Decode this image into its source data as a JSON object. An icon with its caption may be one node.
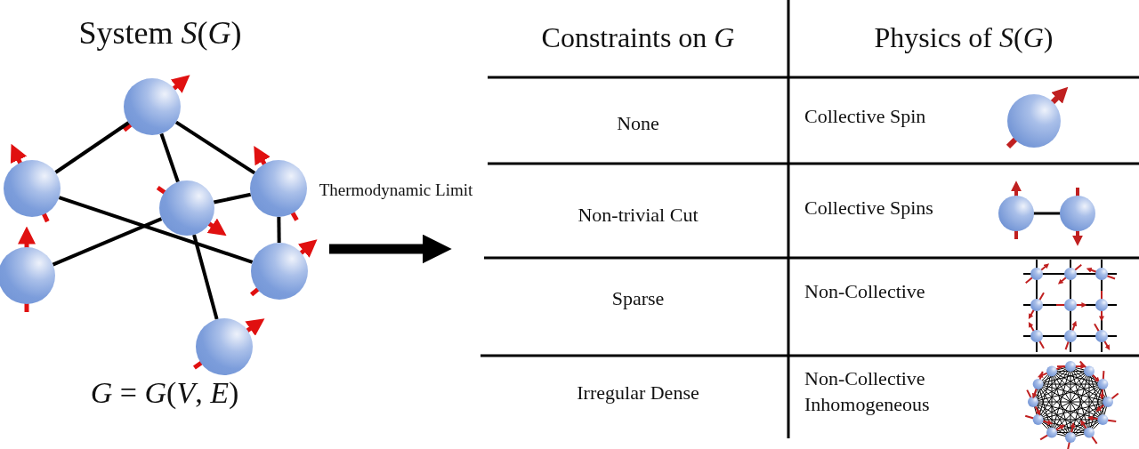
{
  "diagram": {
    "title": "System *S*(*G*)",
    "caption": "*G* = *G*(*V*, *E*)",
    "nodes": [
      {
        "text": [],
        "shape": "circle"
      },
      {
        "text": [],
        "shape": "circle"
      },
      {
        "text": [],
        "shape": "circle"
      },
      {
        "text": [],
        "shape": "circle"
      },
      {
        "text": [],
        "shape": "circle"
      },
      {
        "text": [],
        "shape": "circle"
      },
      {
        "text": [],
        "shape": "circle"
      }
    ],
    "edges": [
      {
        "from": 0,
        "to": 1,
        "arrow": "none"
      },
      {
        "from": 0,
        "to": 2,
        "arrow": "none"
      },
      {
        "from": 0,
        "to": 3,
        "arrow": "none"
      },
      {
        "from": 1,
        "to": 5,
        "arrow": "none"
      },
      {
        "from": 2,
        "to": 3,
        "arrow": "none"
      },
      {
        "from": 3,
        "to": 5,
        "arrow": "none"
      },
      {
        "from": 4,
        "to": 2,
        "arrow": "none"
      },
      {
        "from": 2,
        "to": 6,
        "arrow": "none"
      }
    ],
    "labels": [
      "Thermodynamic Limit",
      "Constraints on *G*",
      "Physics of *S*(*G*)",
      "None",
      "Collective Spin",
      "Non-trivial Cut",
      "Collective Spins",
      "Sparse",
      "Non-Collective",
      "Irregular Dense",
      "Non-Collective Inhomogeneous"
    ]
  }
}
